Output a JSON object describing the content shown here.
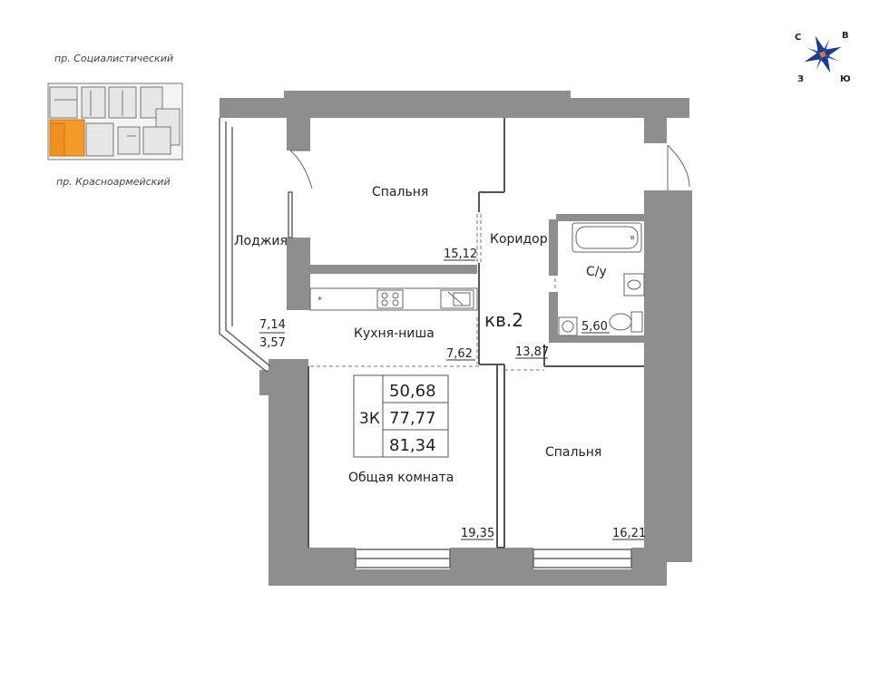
{
  "location": {
    "street_top": "пр. Социалистический",
    "street_bottom": "пр. Красноармейский"
  },
  "compass": {
    "north": "С",
    "east": "В",
    "south": "Ю",
    "west": "З"
  },
  "apartment": {
    "label": "кв.2",
    "rooms_code": "3К",
    "living_area": "50,68",
    "total_area": "77,77",
    "total_area_with_loggia": "81,34"
  },
  "rooms": {
    "bedroom_top": {
      "name": "Спальня",
      "area": "15,12"
    },
    "corridor": {
      "name": "Коридор",
      "area": "13,87"
    },
    "bathroom": {
      "name": "С/у",
      "area": "5,60"
    },
    "loggia": {
      "name": "Лоджия",
      "area": "7,14",
      "area_reduced": "3,57"
    },
    "kitchen": {
      "name": "Кухня-ниша",
      "area": "7,62"
    },
    "living_room": {
      "name": "Общая комната",
      "area": "19,35"
    },
    "bedroom_bottom": {
      "name": "Спальня",
      "area": "16,21"
    }
  },
  "colors": {
    "wall": "#8e8e8e",
    "highlight": "#f39a2b",
    "line": "#555555"
  }
}
